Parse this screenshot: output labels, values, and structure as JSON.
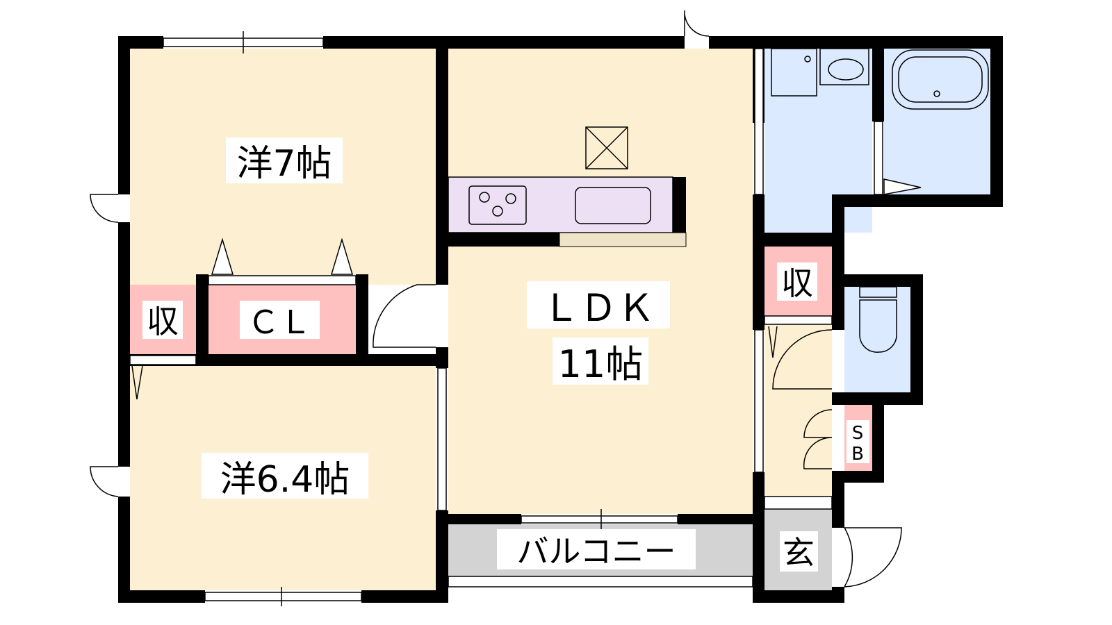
{
  "rooms": {
    "western_7": "洋7帖",
    "storage_left": "収",
    "closet": "ＣＬ",
    "western_64": "洋6.4帖",
    "ldk_name": "ＬＤＫ",
    "ldk_size": "11帖",
    "balcony": "バルコニー",
    "storage_right": "収",
    "shoe_box_s": "S",
    "shoe_box_b": "B",
    "entrance": "玄"
  },
  "colors": {
    "wall": "#000000",
    "living": "#fdf0d2",
    "storage": "#ffc0c0",
    "wet": "#dbeafe",
    "kitchen": "#ede0f5",
    "balcony": "#d3d3d3"
  }
}
